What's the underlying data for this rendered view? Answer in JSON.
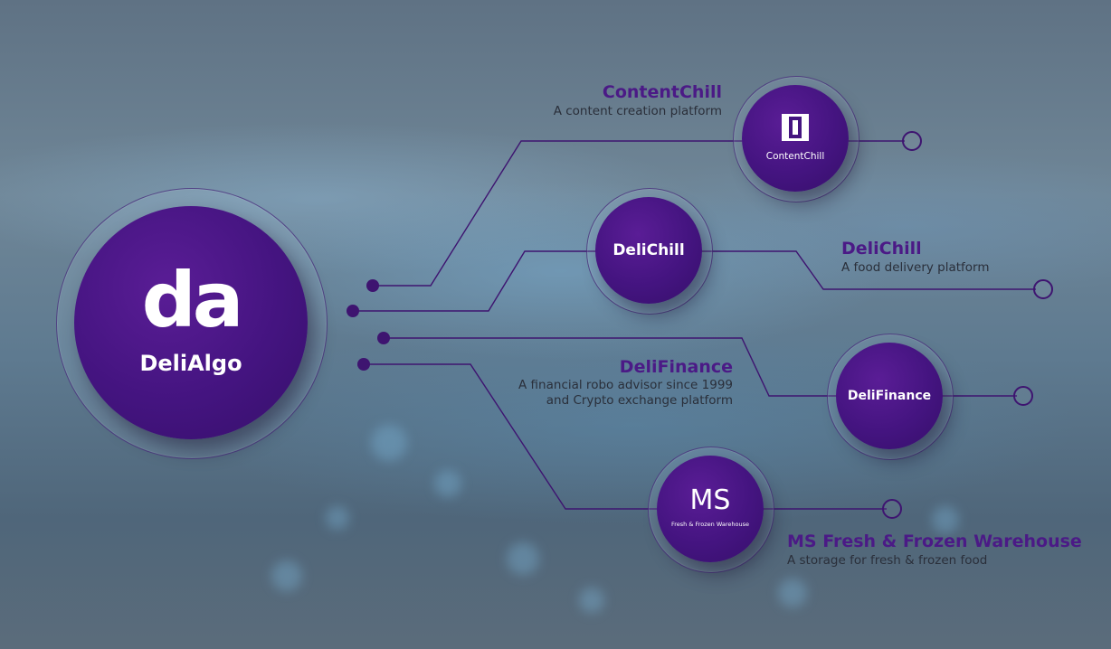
{
  "main": {
    "logo_mark": "da",
    "name": "DeliAlgo"
  },
  "companies": [
    {
      "key": "contentchill",
      "logo_text": "ContentChill",
      "title": "ContentChill",
      "desc": [
        "A content creation platform"
      ]
    },
    {
      "key": "delichill",
      "logo_text": "DeliChill",
      "title": "DeliChill",
      "desc": [
        "A food delivery platform"
      ]
    },
    {
      "key": "delifinance",
      "logo_text": "DeliFinance",
      "title": "DeliFinance",
      "desc": [
        "A financial robo advisor since 1999",
        "and Crypto exchange platform"
      ]
    },
    {
      "key": "msfresh",
      "logo_text": "MS",
      "logo_subtext": "Fresh & Frozen Warehouse",
      "title": "MS Fresh & Frozen Warehouse",
      "desc": [
        "A storage for fresh & frozen food"
      ]
    }
  ],
  "colors": {
    "accent": "#441480",
    "line": "#3e1470",
    "title_text": "#4b1a86"
  }
}
